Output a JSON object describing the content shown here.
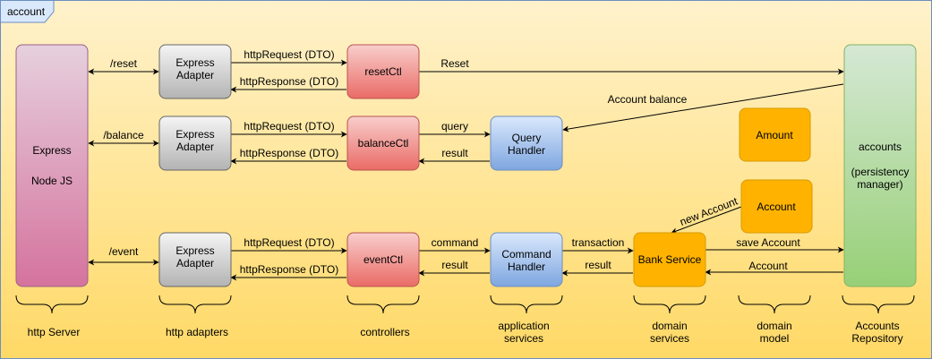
{
  "frame": {
    "title": "account"
  },
  "colors": {
    "bg_top": "#FFF2CC",
    "bg_bottom": "#FFD966",
    "frame_border": "#6C8EBF",
    "tab_fill": "#DAE8FC",
    "pink_top": "#E6D0DE",
    "pink_bottom": "#D5739D",
    "pink_stroke": "#996185",
    "gray_top": "#F5F5F5",
    "gray_bottom": "#B3B3B3",
    "gray_stroke": "#666666",
    "red_top": "#F8CECC",
    "red_bottom": "#EA6B66",
    "red_stroke": "#B85450",
    "blue_top": "#DAE8FC",
    "blue_bottom": "#7EA6E0",
    "blue_stroke": "#6C8EBF",
    "orange_fill": "#FFB300",
    "orange_stroke": "#D79B00",
    "green_top": "#D5E8D4",
    "green_bottom": "#97D077",
    "green_stroke": "#82B366"
  },
  "nodes": {
    "express": {
      "lines": [
        "Express",
        "",
        "Node JS"
      ]
    },
    "adapter_reset": {
      "lines": [
        "Express",
        "Adapter"
      ]
    },
    "adapter_balance": {
      "lines": [
        "Express",
        "Adapter"
      ]
    },
    "adapter_event": {
      "lines": [
        "Express",
        "Adapter"
      ]
    },
    "reset_ctl": {
      "lines": [
        "resetCtl"
      ]
    },
    "balance_ctl": {
      "lines": [
        "balanceCtl"
      ]
    },
    "event_ctl": {
      "lines": [
        "eventCtl"
      ]
    },
    "query_handler": {
      "lines": [
        "Query",
        "Handler"
      ]
    },
    "command_handler": {
      "lines": [
        "Command",
        "Handler"
      ]
    },
    "bank_service": {
      "lines": [
        "Bank Service"
      ]
    },
    "amount": {
      "lines": [
        "Amount"
      ]
    },
    "account": {
      "lines": [
        "Account"
      ]
    },
    "accounts": {
      "lines": [
        "accounts",
        "",
        "(persistency",
        "manager)"
      ]
    }
  },
  "edges": {
    "reset_route": "/reset",
    "balance_route": "/balance",
    "event_route": "/event",
    "reset_request": "httpRequest (DTO)",
    "reset_response": "httpResponse (DTO)",
    "balance_request": "httpRequest (DTO)",
    "balance_response": "httpResponse (DTO)",
    "event_request": "httpRequest (DTO)",
    "event_response": "httpResponse (DTO)",
    "reset_call": "Reset",
    "account_balance": "Account balance",
    "query": "query",
    "query_result": "result",
    "command": "command",
    "command_result": "result",
    "transaction": "transaction",
    "service_result": "result",
    "new_account": "new Account",
    "save_account": "save Account",
    "account_return": "Account"
  },
  "layers": {
    "http_server": [
      "http Server"
    ],
    "http_adapters": [
      "http adapters"
    ],
    "controllers": [
      "controllers"
    ],
    "application_services": [
      "application",
      "services"
    ],
    "domain_services": [
      "domain",
      "services"
    ],
    "domain_model": [
      "domain",
      "model"
    ],
    "accounts_repository": [
      "Accounts",
      "Repository"
    ]
  }
}
